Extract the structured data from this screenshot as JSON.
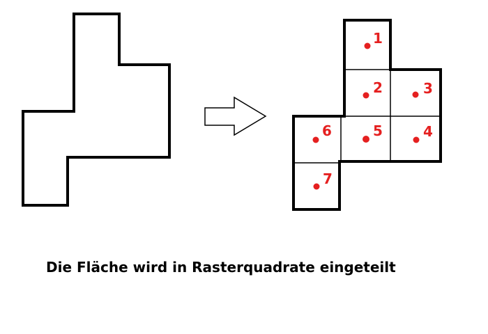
{
  "caption": "Die Fläche wird in Rasterquadrate eingeteilt",
  "colors": {
    "outline": "#000000",
    "marker": "#e52020"
  },
  "cells": [
    {
      "label": "1"
    },
    {
      "label": "2"
    },
    {
      "label": "3"
    },
    {
      "label": "4"
    },
    {
      "label": "5"
    },
    {
      "label": "6"
    },
    {
      "label": "7"
    }
  ]
}
